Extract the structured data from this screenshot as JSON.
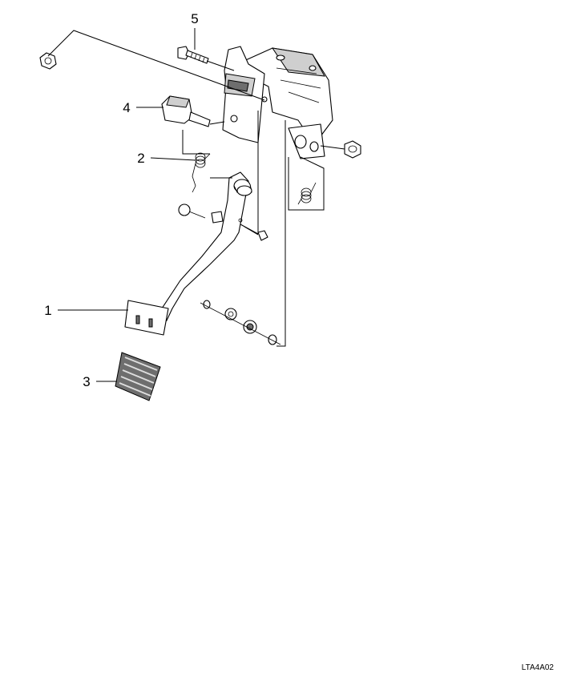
{
  "callouts": [
    {
      "id": "1",
      "text": "1",
      "part": "pedal-arm"
    },
    {
      "id": "2",
      "text": "2",
      "part": "return-spring"
    },
    {
      "id": "3",
      "text": "3",
      "part": "pedal-pad"
    },
    {
      "id": "4",
      "text": "4",
      "part": "stop-switch"
    },
    {
      "id": "5",
      "text": "5",
      "part": "bolt"
    }
  ],
  "figure_code": "LTA4A02"
}
